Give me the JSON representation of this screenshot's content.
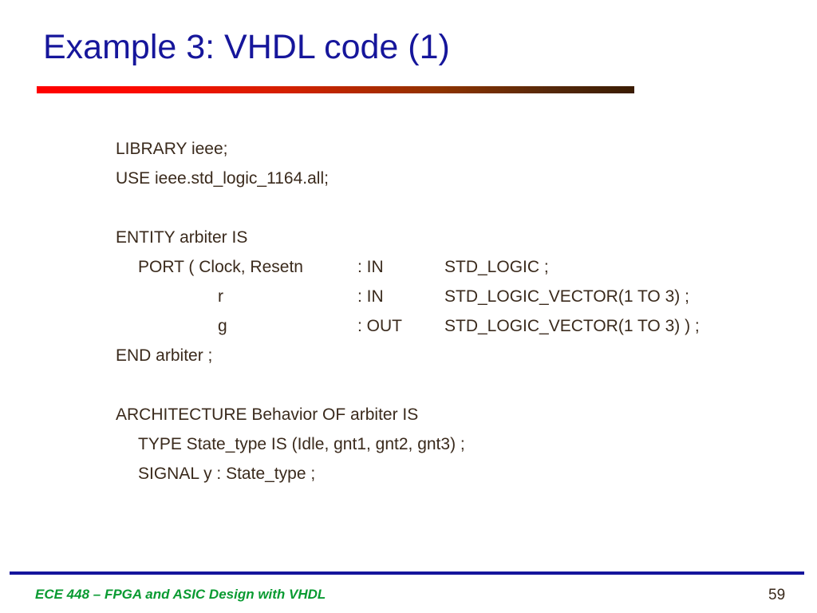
{
  "slide": {
    "title": "Example 3: VHDL code (1)",
    "title_color": "#16169b",
    "rule_gradient_start": "#fe0000",
    "rule_gradient_end": "#3a1c02",
    "code_color": "#3a2a1c"
  },
  "code": {
    "line_library": "LIBRARY ieee;",
    "line_use": "USE ieee.std_logic_1164.all;",
    "line_entity": "ENTITY arbiter IS",
    "port_rows": [
      {
        "name": "PORT ( Clock, Resetn",
        "dir": ": IN",
        "type": "STD_LOGIC ;"
      },
      {
        "name": "r",
        "dir": ": IN",
        "type": "STD_LOGIC_VECTOR(1 TO 3) ;"
      },
      {
        "name": "g",
        "dir": ": OUT",
        "type": "STD_LOGIC_VECTOR(1 TO 3) ) ;"
      }
    ],
    "line_end_entity": "END arbiter ;",
    "line_architecture": "ARCHITECTURE Behavior OF arbiter IS",
    "line_type": "TYPE State_type IS (Idle, gnt1, gnt2, gnt3) ;",
    "line_signal": "SIGNAL y : State_type ;"
  },
  "footer": {
    "course": "ECE 448 – FPGA and ASIC Design with VHDL",
    "page_number": "59",
    "course_color": "#0a9b32",
    "rule_color": "#14149c"
  }
}
